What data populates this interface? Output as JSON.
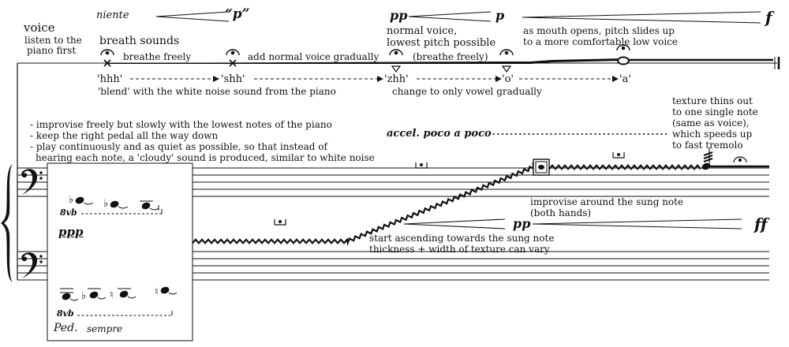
{
  "voice": {
    "title": "voice",
    "instruction": [
      "listen to the",
      "piano first"
    ],
    "niente": "niente",
    "p_quoted": "“p”",
    "pp": "pp",
    "p": "p",
    "f": "f",
    "breath_sounds": "breath sounds",
    "breathe_freely": "breathe freely",
    "add_normal_voice": "add normal voice gradually",
    "normal_voice": [
      "normal voice,",
      "lowest pitch possible"
    ],
    "breathe_freely_paren": "(breathe freely)",
    "mouth_opens": [
      "as mouth opens, pitch slides up",
      "to a more comfortable low voice"
    ],
    "syllables": [
      "'hhh'",
      "'shh'",
      "'zhh'",
      "'o'",
      "'a'"
    ],
    "blend_note": "'blend' with the white noise sound from the piano",
    "change_vowel": "change to only vowel gradually"
  },
  "piano": {
    "instructions": [
      "- improvise freely but slowly with the lowest notes of the piano",
      "- keep the right pedal all the way down",
      "- play continuously and as quiet as possible, so that instead of",
      "hearing each note, a 'cloudy' sound is produced, similar to white noise"
    ],
    "accel": "accel. poco a poco",
    "texture_note": [
      "texture thins out",
      "to one single note",
      "(same as voice),",
      "which speeds up",
      "to fast tremolo"
    ],
    "improvise_note": [
      "improvise around the sung note",
      "(both hands)"
    ],
    "ascending_note": [
      "start ascending towards the sung note",
      "thickness + width of texture can vary"
    ],
    "pp": "pp",
    "ppp": "ppp",
    "ff": "ff",
    "ottava_upper": "8vb",
    "ottava_lower": "8vb",
    "pedal": "Ped.",
    "sempre": "sempre"
  }
}
